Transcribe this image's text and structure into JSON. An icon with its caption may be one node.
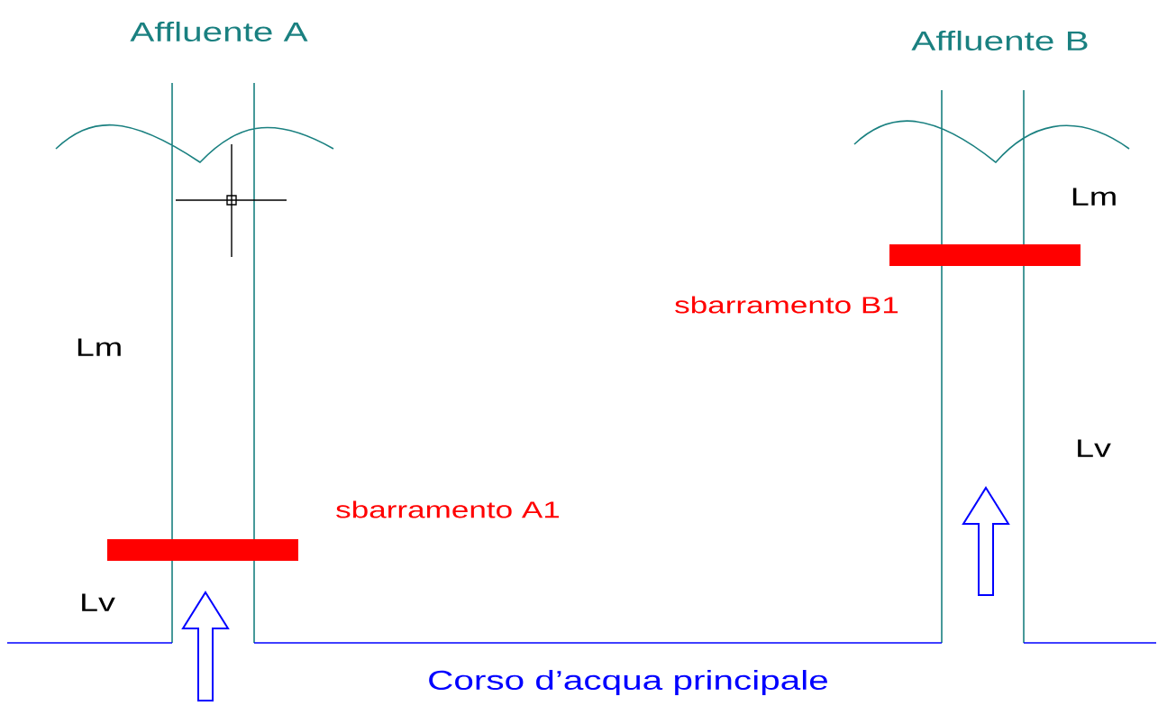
{
  "diagram": {
    "nodes": [
      {
        "text": [],
        "shape": "bar",
        "beside": [
          "sbarramento B1"
        ]
      },
      {
        "text": [],
        "shape": "bar",
        "beside": [
          "sbarramento A1"
        ]
      }
    ],
    "labels": [
      "Affluente A",
      "Affluente B",
      "Lm",
      "Lm",
      "Lv",
      "Lv",
      "Corso d’acqua principale"
    ]
  }
}
